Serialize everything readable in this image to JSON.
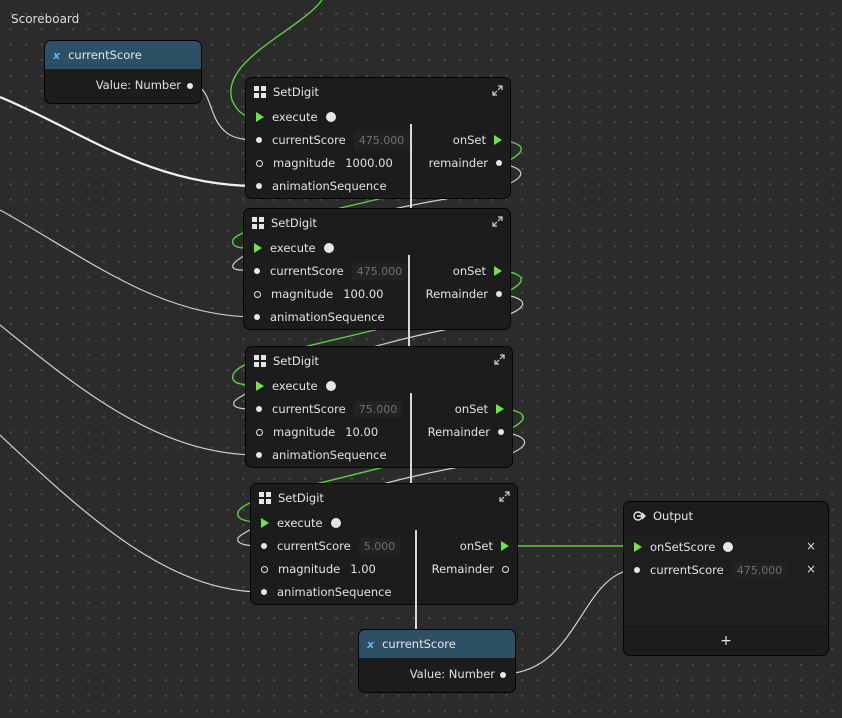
{
  "graph_title": "Scoreboard",
  "var_node_top": {
    "title": "currentScore",
    "value_label": "Value: Number"
  },
  "var_node_bottom": {
    "title": "currentScore",
    "value_label": "Value: Number"
  },
  "setdigit_nodes": [
    {
      "title": "SetDigit",
      "execute": "execute",
      "current_label": "currentScore",
      "current_value": "475.000",
      "magnitude_label": "magnitude",
      "magnitude_value": "1000.00",
      "anim_label": "animationSequence",
      "onset_label": "onSet",
      "remainder_label": "remainder"
    },
    {
      "title": "SetDigit",
      "execute": "execute",
      "current_label": "currentScore",
      "current_value": "475.000",
      "magnitude_label": "magnitude",
      "magnitude_value": "100.00",
      "anim_label": "animationSequence",
      "onset_label": "onSet",
      "remainder_label": "Remainder"
    },
    {
      "title": "SetDigit",
      "execute": "execute",
      "current_label": "currentScore",
      "current_value": "75.000",
      "magnitude_label": "magnitude",
      "magnitude_value": "10.00",
      "anim_label": "animationSequence",
      "onset_label": "onSet",
      "remainder_label": "Remainder"
    },
    {
      "title": "SetDigit",
      "execute": "execute",
      "current_label": "currentScore",
      "current_value": "5.000",
      "magnitude_label": "magnitude",
      "magnitude_value": "1.00",
      "anim_label": "animationSequence",
      "onset_label": "onSet",
      "remainder_label": "Remainder"
    }
  ],
  "output_node": {
    "title": "Output",
    "onset_label": "onSetScore",
    "current_label": "currentScore",
    "current_value": "475.000",
    "remove_glyph": "×",
    "add_glyph": "+"
  },
  "colors": {
    "exec": "#6fe24d",
    "data_wire": "#d8d8d8",
    "var_header": "#2e5064",
    "background": "#2b2b2b"
  }
}
